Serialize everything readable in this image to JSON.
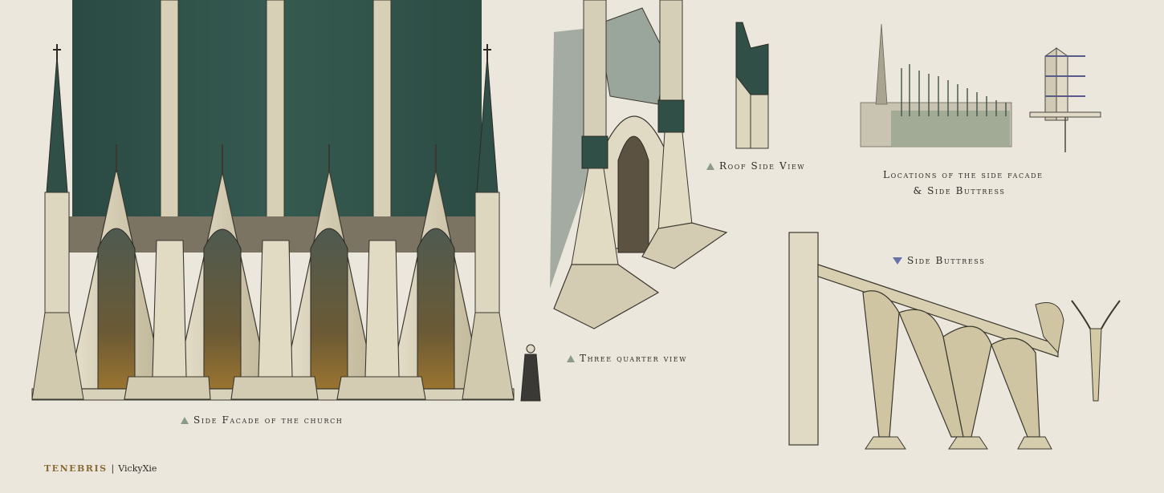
{
  "captions": {
    "side_facade": "Side Facade of the church",
    "three_quarter": "Three quarter view",
    "roof_side": "Roof Side View",
    "locations_line1": "Locations of the side facade",
    "locations_line2": "& Side Buttress",
    "side_buttress": "Side Buttress"
  },
  "signature": {
    "brand": "TENEBRIS",
    "separator": "|",
    "author": "VickyXie"
  },
  "colors": {
    "paper": "#ebe7dc",
    "roof_green": "#2f4f47",
    "stone": "#dcd5bf",
    "stone_shadow": "#b8ad8c",
    "ink": "#2c2a26",
    "glass_amber": "#8a6a2a",
    "glass_dark": "#4a4a3e",
    "marker_green": "#8c9b87",
    "marker_blue": "#6673a8"
  }
}
